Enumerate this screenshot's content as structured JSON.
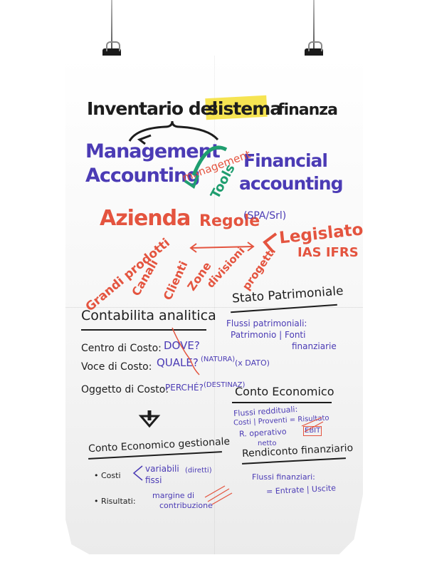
{
  "title": {
    "prefix": "Inventario del",
    "highlight": "sistema",
    "suffix": "finanza"
  },
  "management_accounting": "Management Accounting",
  "financial_accounting": "Financial accounting",
  "management_note": "management",
  "tools_note": "Tools",
  "azienda": "Azienda",
  "regole": "Regole",
  "spa_srl": "(SPA/Srl)",
  "legislatore": "Legislatore",
  "ias_ifrs": "IAS IFRS",
  "grandi_prodotti": "Grandi prodotti",
  "canali": "Canali",
  "clienti": "Clienti",
  "zone": "Zone",
  "divisioni": "divisioni",
  "progetti": "progetti",
  "contabilita_analitica": "Contabilita analitica",
  "stato_patrimoniale": "Stato Patrimoniale",
  "flussi_patrimoniali": "Flussi patrimoniali:",
  "patrimonio_fonti": "Patrimonio | Fonti",
  "finanziarie": "finanziarie",
  "centro_label": "Centro di Costo:",
  "centro_value": "DOVE?",
  "voce_label": "Voce di Costo:",
  "voce_value": "QUALE?",
  "natura": "(NATURA)",
  "dare_dato": "(x DATO)",
  "oggetto_label": "Oggetto di Costo:",
  "oggetto_value": "PERCHÉ?",
  "destinaz": "(DESTINAZ)",
  "conto_economico": "Conto Economico",
  "flussi_reddituali": "Flussi reddituali:",
  "costi_proventi": "Costi | Proventi = Risultato",
  "r_operativo": "R. operativo",
  "ebit": "EBIT",
  "netto": "netto",
  "conto_gestionale": "Conto Economico gestionale",
  "rendiconto": "Rendiconto finanziario",
  "costi_label": "• Costi",
  "variabili": "variabili",
  "fissi": "fissi",
  "diretti_short": "(diretti)",
  "risultato_label": "• Risultati:",
  "margine": "margine di",
  "contribuzione": "contribuzione",
  "flussi_finanziari": "Flussi finanziari:",
  "entrate_uscite": "= Entrate | Uscite",
  "colors": {
    "black": "#1d1d1d",
    "blue": "#4b3bb5",
    "red": "#e4543f",
    "green": "#1f9e6f",
    "yellow": "#f4df34"
  }
}
